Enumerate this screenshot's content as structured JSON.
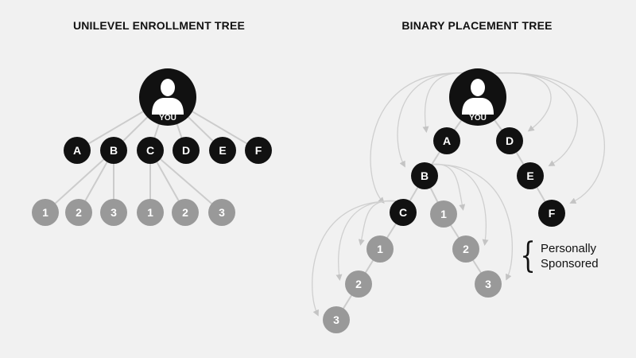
{
  "titles": {
    "unilevel": "UNILEVEL ENROLLMENT TREE",
    "binary": "BINARY PLACEMENT TREE"
  },
  "you_label": "YOU",
  "annotation": [
    "Personally",
    "Sponsored"
  ],
  "colors": {
    "background": "#f1f1f1",
    "node_black": "#111111",
    "node_grey": "#999999",
    "line": "#cccccc",
    "sponsor_line": "#cfcfcf",
    "text_light": "#ffffff",
    "text_dark": "#111111"
  },
  "icons": {
    "avatar": "person-silhouette-icon",
    "brace": "curly-brace-icon"
  },
  "unilevel": {
    "root": "YOU",
    "level1": [
      "A",
      "B",
      "C",
      "D",
      "E",
      "F"
    ],
    "level2": [
      {
        "label": "1",
        "parent": "B"
      },
      {
        "label": "2",
        "parent": "B"
      },
      {
        "label": "3",
        "parent": "B"
      },
      {
        "label": "1",
        "parent": "C"
      },
      {
        "label": "2",
        "parent": "C"
      },
      {
        "label": "3",
        "parent": "C"
      }
    ]
  },
  "binary": {
    "nodes": [
      {
        "id": "YOU",
        "label": "YOU",
        "kind": "root"
      },
      {
        "id": "A",
        "label": "A",
        "kind": "black",
        "parent": "YOU"
      },
      {
        "id": "D",
        "label": "D",
        "kind": "black",
        "parent": "YOU"
      },
      {
        "id": "B",
        "label": "B",
        "kind": "black",
        "parent": "A"
      },
      {
        "id": "E",
        "label": "E",
        "kind": "black",
        "parent": "D"
      },
      {
        "id": "C",
        "label": "C",
        "kind": "black",
        "parent": "B"
      },
      {
        "id": "B1",
        "label": "1",
        "kind": "grey",
        "parent": "B"
      },
      {
        "id": "F",
        "label": "F",
        "kind": "black",
        "parent": "E"
      },
      {
        "id": "C1",
        "label": "1",
        "kind": "grey",
        "parent": "C"
      },
      {
        "id": "B2",
        "label": "2",
        "kind": "grey",
        "parent": "B1"
      },
      {
        "id": "C2",
        "label": "2",
        "kind": "grey",
        "parent": "C1"
      },
      {
        "id": "B3",
        "label": "3",
        "kind": "grey",
        "parent": "B2"
      },
      {
        "id": "C3",
        "label": "3",
        "kind": "grey",
        "parent": "C2"
      }
    ],
    "sponsorships": [
      {
        "from": "YOU",
        "to": [
          "A",
          "B",
          "C",
          "D",
          "E",
          "F"
        ]
      },
      {
        "from": "B",
        "to": [
          "B1",
          "B2",
          "B3"
        ]
      },
      {
        "from": "C",
        "to": [
          "C1",
          "C2",
          "C3"
        ]
      }
    ]
  }
}
